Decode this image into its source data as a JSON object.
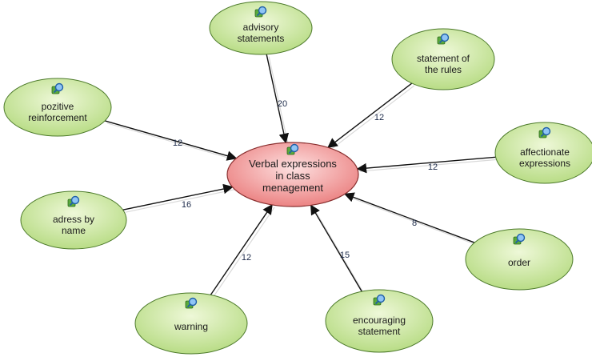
{
  "center": {
    "label_lines": [
      "Verbal expressions",
      "in class",
      "menagement"
    ],
    "icon": "search-node-icon"
  },
  "nodes": [
    {
      "id": "advisory",
      "label_lines": [
        "advisory",
        "statements"
      ],
      "weight": "20",
      "icon": "search-node-icon"
    },
    {
      "id": "rules",
      "label_lines": [
        "statement of",
        "the rules"
      ],
      "weight": "12",
      "icon": "search-node-icon"
    },
    {
      "id": "pozitive",
      "label_lines": [
        "pozitive",
        "reinforcement"
      ],
      "weight": "12",
      "icon": "search-node-icon"
    },
    {
      "id": "affectionate",
      "label_lines": [
        "affectionate",
        "expressions"
      ],
      "weight": "12",
      "icon": "search-node-icon"
    },
    {
      "id": "adress",
      "label_lines": [
        "adress by",
        "name"
      ],
      "weight": "16",
      "icon": "search-node-icon"
    },
    {
      "id": "order",
      "label_lines": [
        "order"
      ],
      "weight": "8",
      "icon": "search-node-icon"
    },
    {
      "id": "warning",
      "label_lines": [
        "warning"
      ],
      "weight": "12",
      "icon": "search-node-icon"
    },
    {
      "id": "encouraging",
      "label_lines": [
        "encouraging",
        "statement"
      ],
      "weight": "15",
      "icon": "search-node-icon"
    }
  ],
  "colors": {
    "center_fill_light": "#fde0e0",
    "center_fill_dark": "#ea7b7b",
    "center_stroke": "#8a3030",
    "node_fill_light": "#eef8d8",
    "node_fill_dark": "#b6db82",
    "node_stroke": "#4c7a2a",
    "edge": "#111111",
    "edge_shadow": "#dadada"
  }
}
